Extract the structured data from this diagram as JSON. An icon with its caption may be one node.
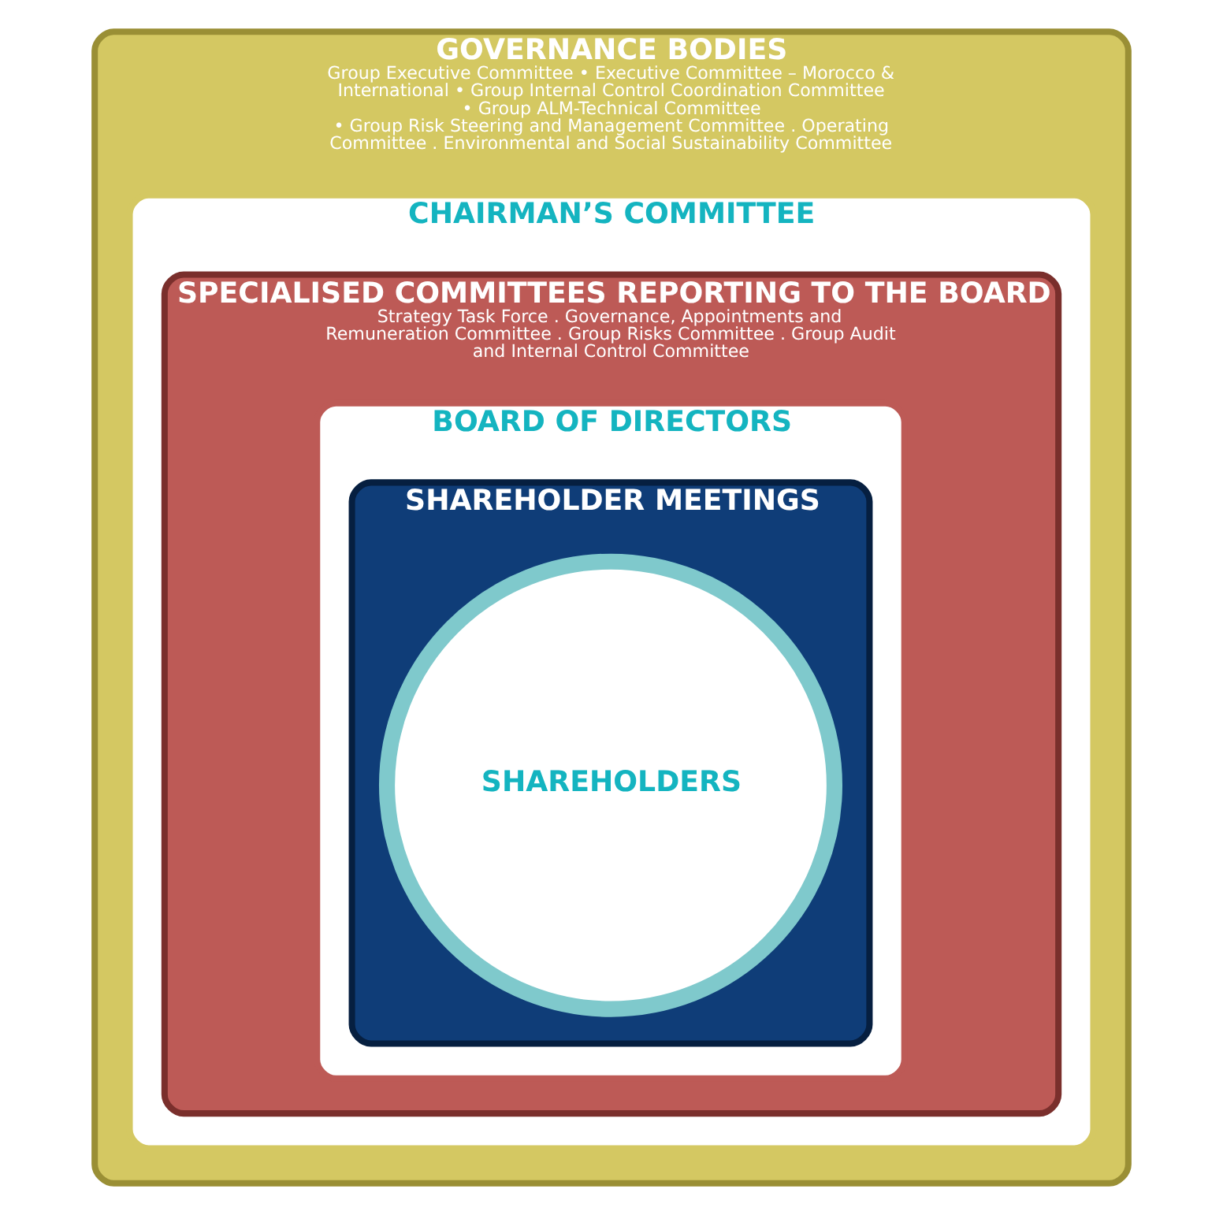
{
  "diagram": {
    "nodes": [
      {
        "text": [
          "GOVERNANCE BODIES",
          "Group Executive Committee • Executive Committee – Morocco & International • Group Internal Control Coordination Committee • Group ALM-Technical Committee",
          "• Group Risk Steering and Management Committee . Operating Committee . Environmental and Social Sustainability Committee"
        ]
      },
      {
        "text": [
          "CHAIRMAN’S COMMITTEE"
        ],
        "in": 0
      },
      {
        "text": [
          "SPECIALISED COMMITTEES REPORTING TO THE BOARD",
          "Strategy Task Force . Governance, Appointments and Remuneration Committee . Group Risks Committee . Group Audit and Internal Control Committee"
        ],
        "in": 1
      },
      {
        "text": [
          "BOARD OF DIRECTORS"
        ],
        "in": 2
      },
      {
        "text": [
          "SHAREHOLDER MEETINGS"
        ],
        "in": 3
      },
      {
        "text": [
          "SHAREHOLDERS"
        ],
        "in": 4
      }
    ],
    "edges": []
  }
}
